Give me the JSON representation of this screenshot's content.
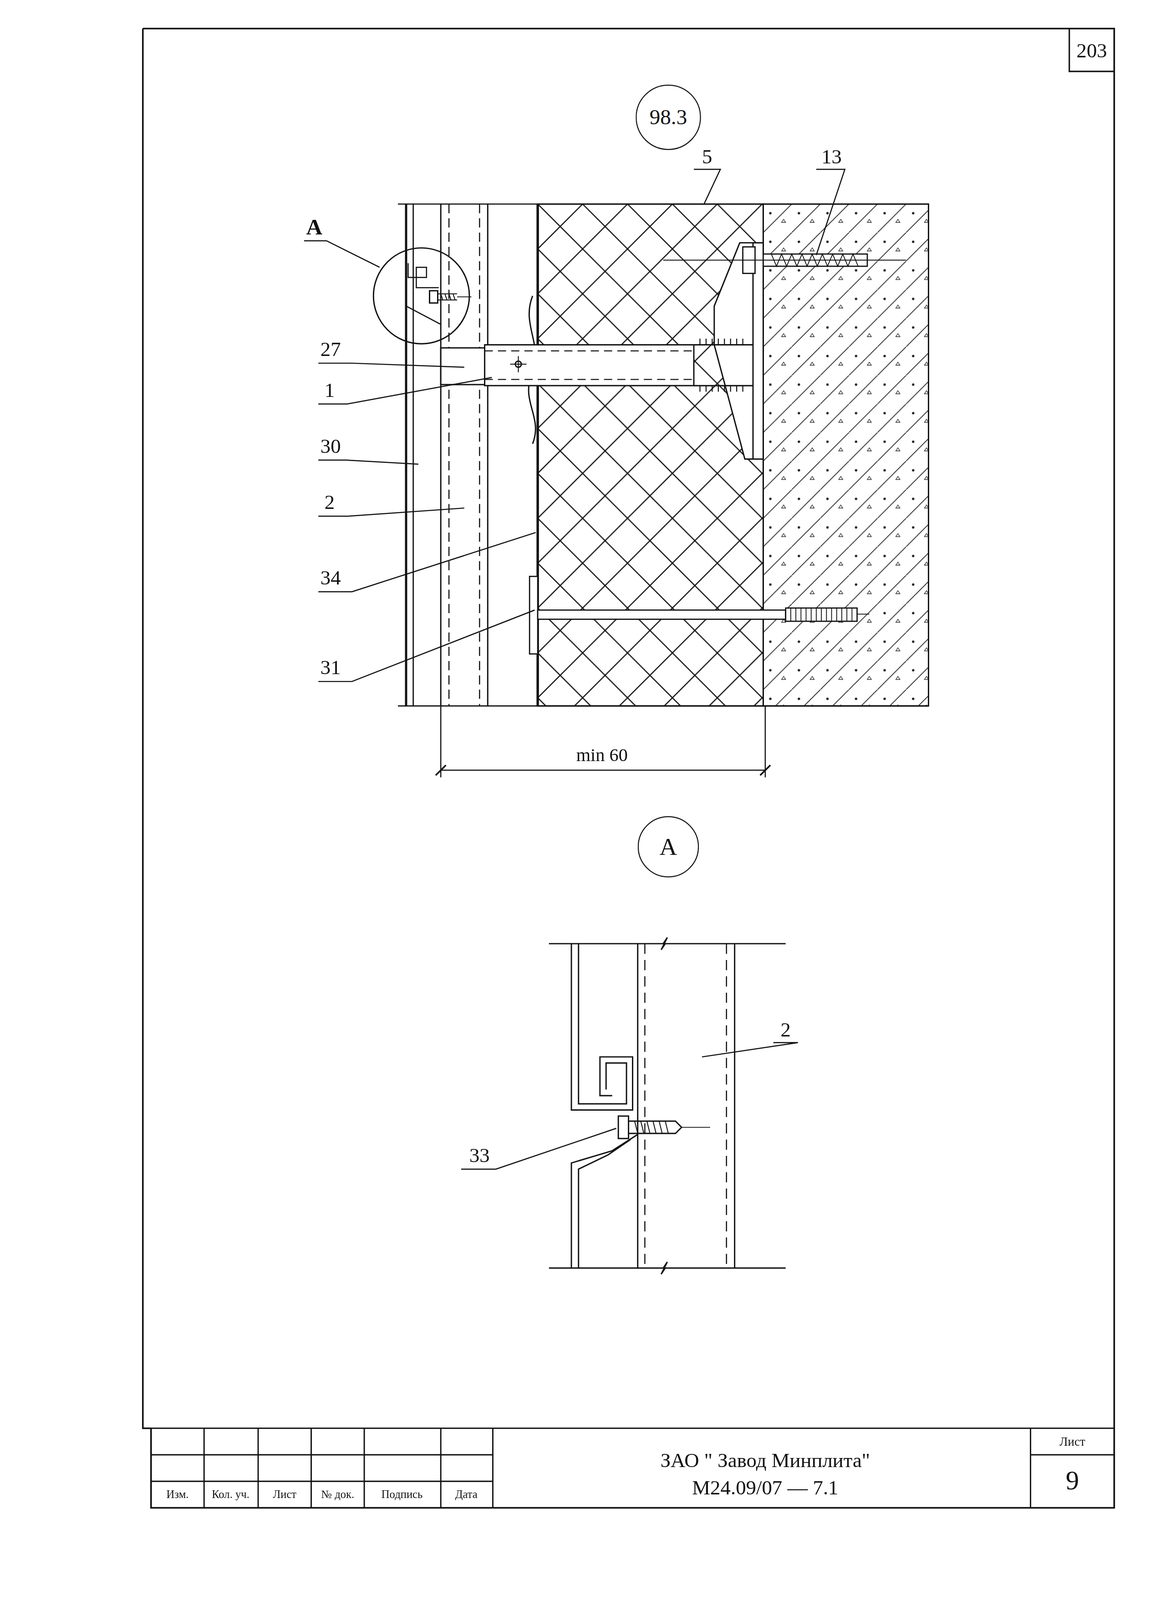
{
  "diagram": {
    "nodes": [
      {
        "text": [
          "203"
        ]
      },
      {
        "text": [
          "98.3"
        ]
      },
      {
        "text": [
          "A"
        ]
      }
    ],
    "labels": [
      "5",
      "13",
      "A",
      "27",
      "1",
      "30",
      "2",
      "34",
      "31",
      "min 60",
      "2",
      "33",
      "Изм.",
      "Кол. уч.",
      "Лист",
      "№ док.",
      "Подпись",
      "Дата",
      "ЗАО \" Завод Минплита\"",
      "М24.09/07  —  7.1",
      "Лист",
      "9"
    ]
  }
}
